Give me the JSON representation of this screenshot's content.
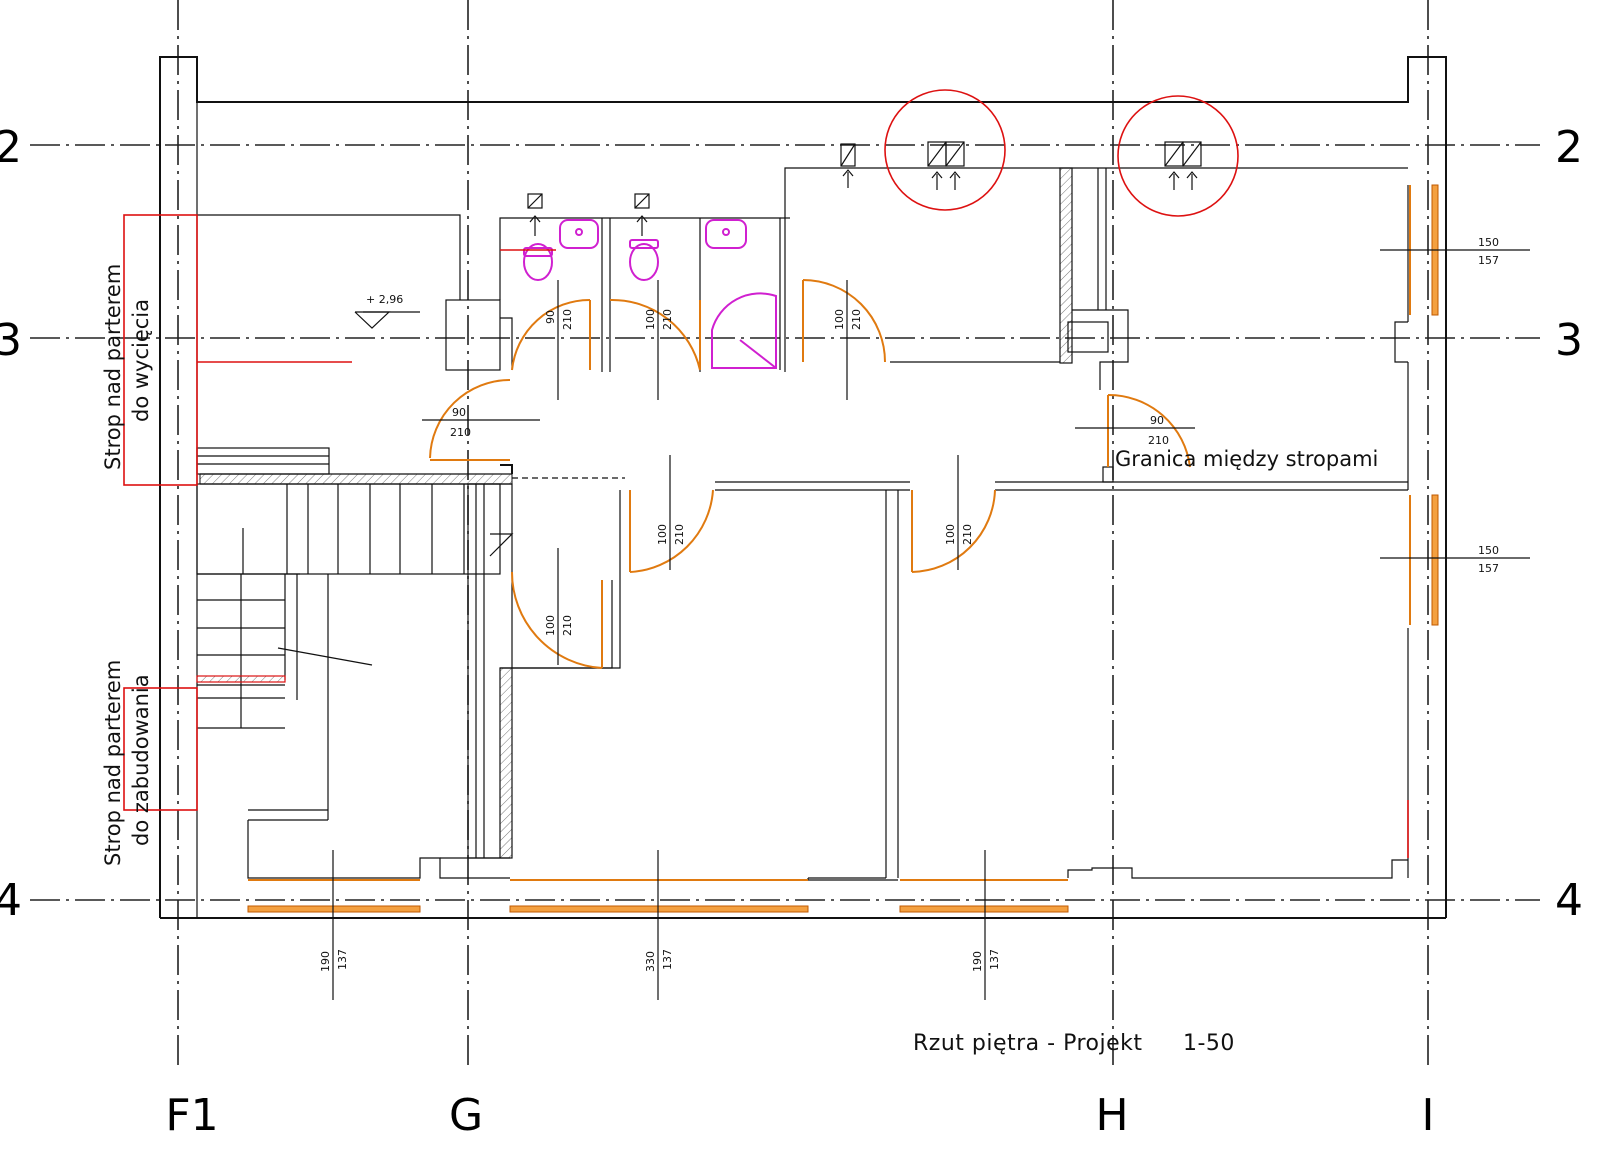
{
  "grid_labels": {
    "columns": [
      "F1",
      "G",
      "H",
      "I"
    ],
    "rows_left": [
      "2",
      "3",
      "4"
    ],
    "rows_right": [
      "2",
      "3",
      "4"
    ]
  },
  "level_mark": "+ 2,96",
  "notes": {
    "boundary": "Granica między stropami",
    "cut_line1": "Strop nad parterem",
    "cut_line2": "do wycięcia",
    "build_line1": "Strop nad parterem",
    "build_line2": "do zabudowania"
  },
  "door_dims": {
    "d1_w": "90",
    "d1_h": "210",
    "d2_w": "100",
    "d2_h": "210",
    "d3_w": "100",
    "d3_h": "210",
    "d4_w": "90",
    "d4_h": "210",
    "d5_w": "90",
    "d5_h": "210",
    "d6_w": "100",
    "d6_h": "210",
    "d7_w": "100",
    "d7_h": "210",
    "d8_w": "100",
    "d8_h": "210"
  },
  "window_dims": {
    "right_top_w": "150",
    "right_top_h": "157",
    "right_bottom_w": "150",
    "right_bottom_h": "157",
    "bottom_1_w": "190",
    "bottom_1_h": "137",
    "bottom_2_w": "330",
    "bottom_2_h": "137",
    "bottom_3_w": "190",
    "bottom_3_h": "137"
  },
  "title": {
    "name": "Rzut piętra - Projekt",
    "scale": "1-50"
  },
  "colors": {
    "walls": "#111111",
    "doors_windows": "#e07a10",
    "markup": "#d11111",
    "sanitary": "#d020d0"
  }
}
